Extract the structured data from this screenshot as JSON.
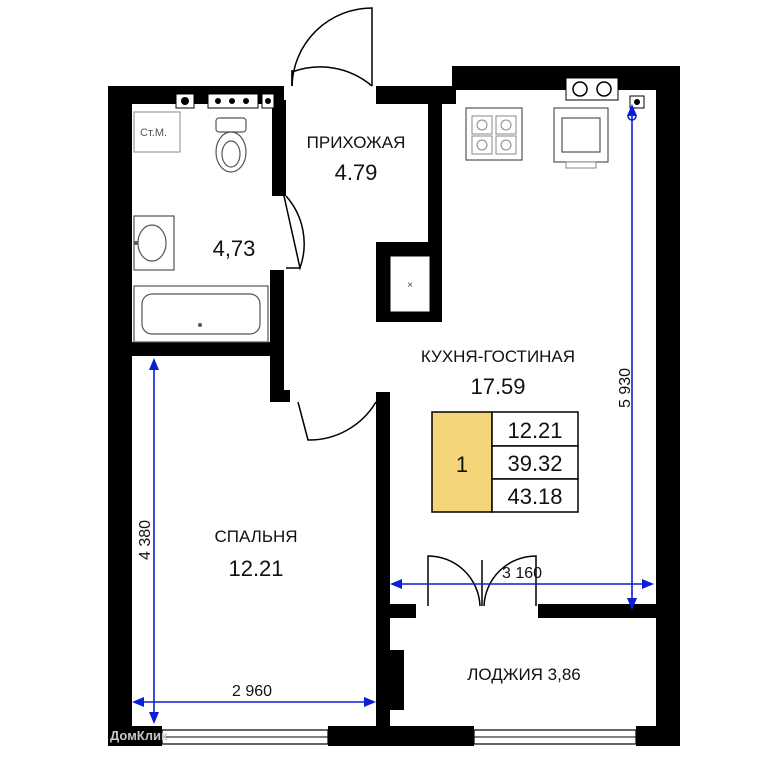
{
  "rooms": {
    "hallway": {
      "name": "ПРИХОЖАЯ",
      "area": "4.79"
    },
    "bathroom": {
      "area": "4,73"
    },
    "washer_label": "Ст.М.",
    "kitchen": {
      "name": "КУХНЯ-ГОСТИНАЯ",
      "area": "17.59"
    },
    "bedroom": {
      "name": "СПАЛЬНЯ",
      "area": "12.21"
    },
    "loggia": {
      "label": "ЛОДЖИЯ 3,86"
    }
  },
  "summary": {
    "rooms_count": "1",
    "living_area": "12.21",
    "total_area": "39.32",
    "total_with_loggia": "43.18",
    "badge_color": "#f6d57a"
  },
  "dimensions": {
    "kitchen_height": "5 930",
    "kitchen_width": "3 160",
    "bedroom_height": "4 380",
    "bedroom_width": "2 960"
  },
  "watermark": "ДомКлик",
  "colors": {
    "walls": "#000000",
    "dimension": "#0b1fd6"
  }
}
